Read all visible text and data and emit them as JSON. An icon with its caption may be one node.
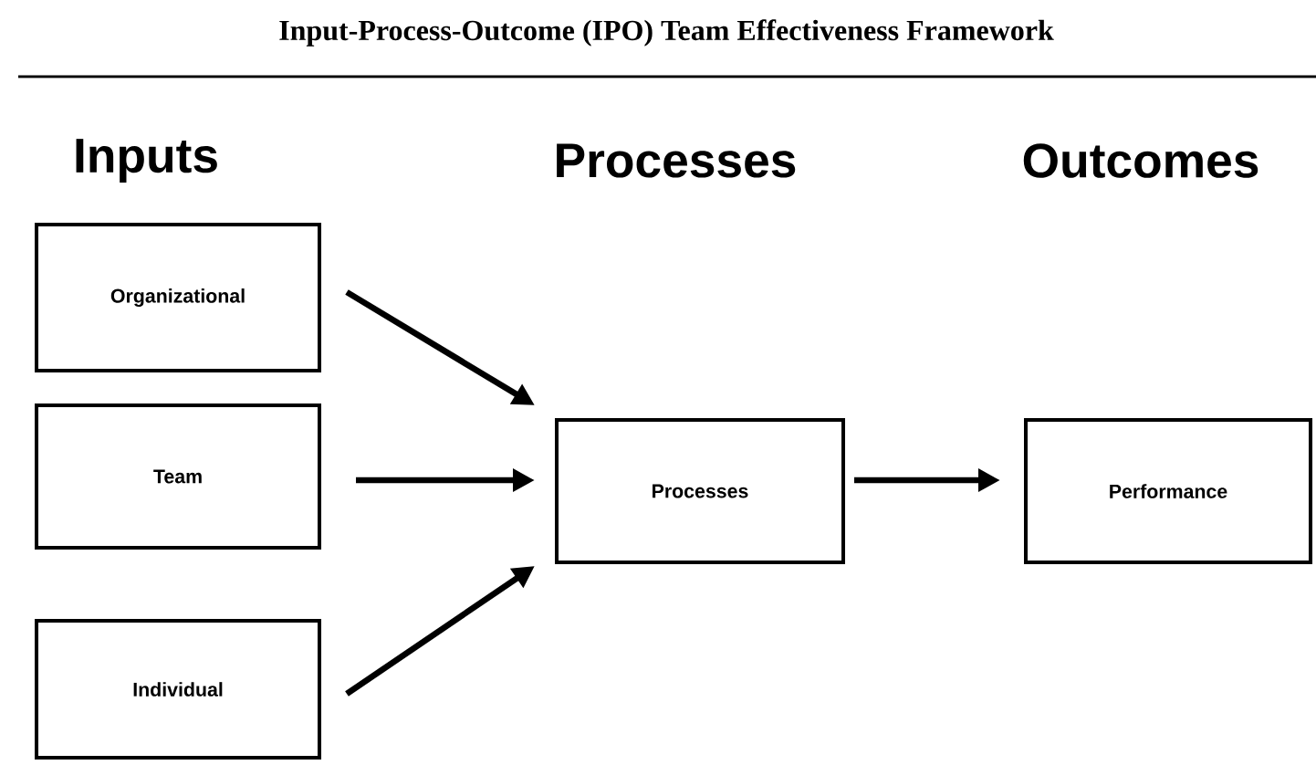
{
  "diagram": {
    "title": "Input-Process-Outcome (IPO) Team Effectiveness Framework",
    "nodes": [
      {
        "text": [
          "Organizational"
        ]
      },
      {
        "text": [
          "Team"
        ]
      },
      {
        "text": [
          "Individual"
        ]
      },
      {
        "text": [
          "Processes"
        ]
      },
      {
        "text": [
          "Performance"
        ]
      }
    ],
    "edges": [
      {
        "from": 0,
        "to": 3,
        "arrow": "to"
      },
      {
        "from": 1,
        "to": 3,
        "arrow": "to"
      },
      {
        "from": 2,
        "to": 3,
        "arrow": "to"
      },
      {
        "from": 3,
        "to": 4,
        "arrow": "to"
      }
    ],
    "labels": [
      "Inputs",
      "Processes",
      "Outcomes"
    ]
  }
}
